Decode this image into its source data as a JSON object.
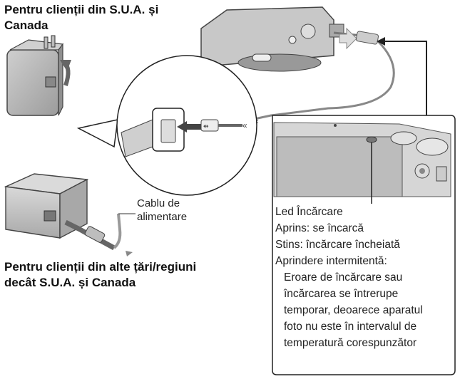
{
  "labels": {
    "us_canada_line1": "Pentru clienții din S.U.A. și",
    "us_canada_line2": "Canada",
    "other_line1": "Pentru clienții din alte țări/regiuni",
    "other_line2": "decât S.U.A. și Canada",
    "cable_line1": "Cablu de",
    "cable_line2": "alimentare"
  },
  "led_info": {
    "title": "Led Încărcare",
    "on": "Aprins: se încarcă",
    "off": "Stins: încărcare încheiată",
    "blinking_title": "Aprindere intermitentă:",
    "blinking_lines": [
      "Eroare de încărcare sau",
      "încărcarea se întrerupe",
      "temporar, deoarece aparatul",
      "foto nu este în intervalul de",
      "temperatură corespunzător"
    ]
  },
  "icons": {
    "usb": "usb-symbol-icon",
    "rotate": "rotate-arrow-icon"
  }
}
